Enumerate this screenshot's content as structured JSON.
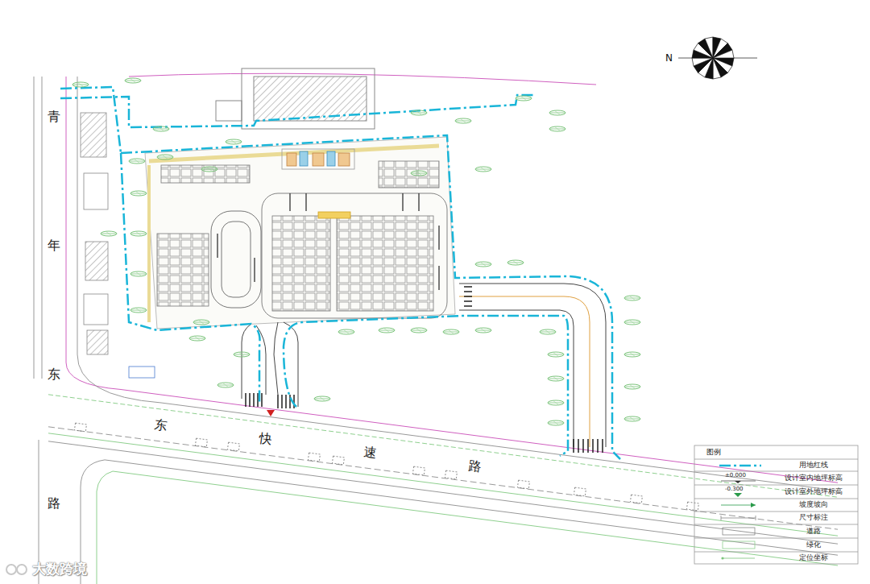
{
  "diagram": {
    "labels": [
      "青年东路",
      "东快速路",
      "N",
      "图例",
      "±0.000",
      "-0.300",
      "大数跨境"
    ],
    "legend": [
      {
        "text": "用地红线"
      },
      {
        "text": "设计室内地坪标高"
      },
      {
        "text": "设计室外地坪标高"
      },
      {
        "text": "坡度坡向"
      },
      {
        "text": "尺寸标注"
      },
      {
        "text": "道路"
      },
      {
        "text": "绿化"
      },
      {
        "text": "定位坐标"
      }
    ]
  }
}
